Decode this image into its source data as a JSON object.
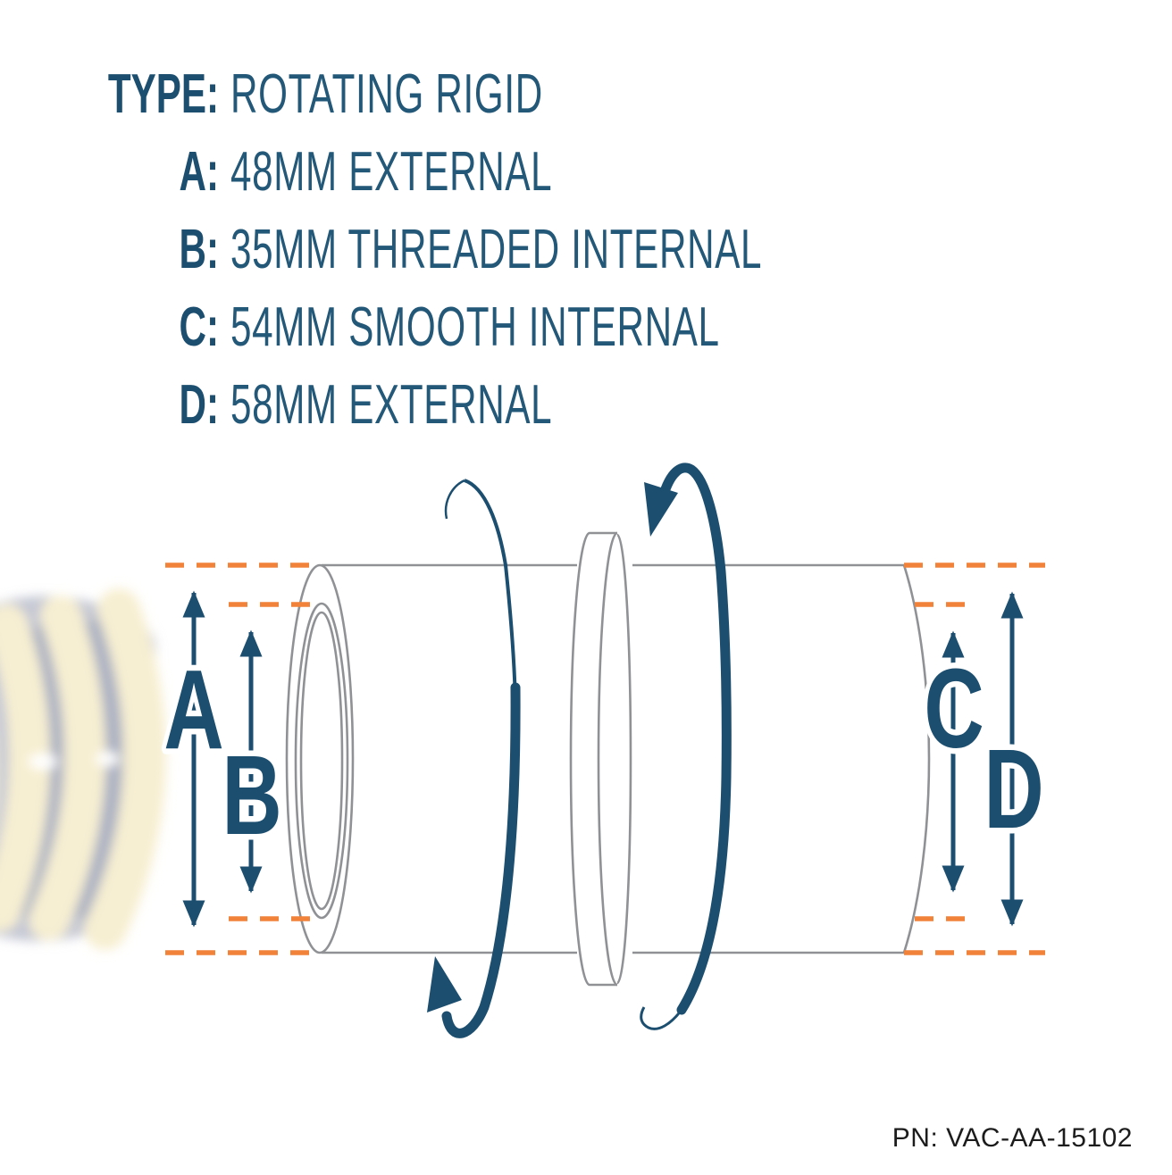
{
  "spec": {
    "title_label": "TYPE:",
    "title_value": "ROTATING RIGID",
    "items": [
      {
        "label": "A:",
        "value": "48MM EXTERNAL"
      },
      {
        "label": "B:",
        "value": "35MM THREADED INTERNAL"
      },
      {
        "label": "C:",
        "value": "54MM SMOOTH INTERNAL"
      },
      {
        "label": "D:",
        "value": "58MM EXTERNAL"
      }
    ]
  },
  "diagram": {
    "dim_letters": {
      "a": "A",
      "b": "B",
      "c": "C",
      "d": "D"
    },
    "dimensions_mm": {
      "a": 48,
      "b": 35,
      "c": 54,
      "d": 58
    }
  },
  "part_number": {
    "text": "PN: VAC-AA-15102"
  },
  "colors": {
    "navy": "#1C4E6F",
    "orange_dash": "#F0823A",
    "line_gray": "#8F9194",
    "hose_cream": "#F7EFD2",
    "hose_gray": "#C5C8D4"
  }
}
